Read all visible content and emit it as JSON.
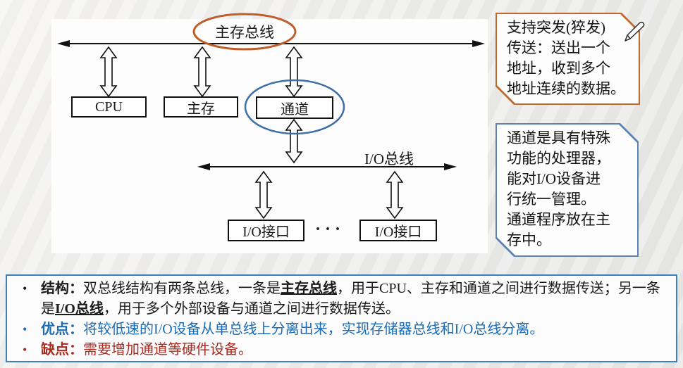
{
  "diagram": {
    "main_bus_label": "主存总线",
    "io_bus_label": "I/O总线",
    "cpu_box": "CPU",
    "memory_box": "主存",
    "channel_box": "通道",
    "io_interface_left": "I/O接口",
    "io_interface_right": "I/O接口",
    "ellipsis": "···"
  },
  "callouts": {
    "burst_note": {
      "lines": [
        "支持突发(猝发)",
        "传送：送出一个",
        "地址，收到多个",
        "地址连续的数据。"
      ],
      "border_color": "#C4692E"
    },
    "channel_note": {
      "lines": [
        "通道是具有特殊",
        "功能的处理器，",
        "能对I/O设备进",
        "行统一管理。",
        "通道程序放在主",
        "存中。"
      ],
      "border_color": "#5B84B5"
    }
  },
  "notes": {
    "structure": {
      "label": "结构：",
      "text_1": "双总线结构有两条总线，一条是",
      "emphasis_1": "主存总线",
      "text_2": "，用于CPU、主存和通道之间进行数据传送；另一条是",
      "emphasis_2": "I/O总线",
      "text_3": "，用于多个外部设备与通道之间进行数据传送。"
    },
    "advantage": {
      "label": "优点：",
      "text": "将较低速的I/O设备从单总线上分离出来，实现存储器总线和I/O总线分离。",
      "color": "#1A6BB7"
    },
    "disadvantage": {
      "label": "缺点：",
      "text": "需要增加通道等硬件设备。",
      "color": "#AA2B20"
    }
  },
  "colors": {
    "main_bus_ellipse": "#BE5E2B",
    "channel_ellipse": "#3D6EA6",
    "notes_border": "#3D7EBB"
  }
}
